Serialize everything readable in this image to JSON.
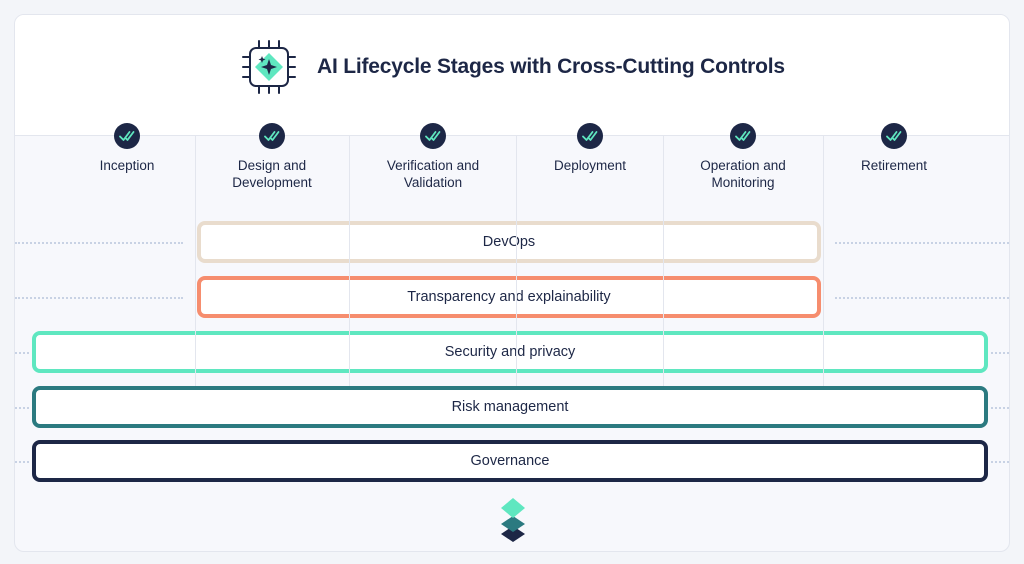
{
  "title": "AI Lifecycle Stages with Cross-Cutting Controls",
  "icons": {
    "header": "ai-chip-icon",
    "stage": "double-check-icon",
    "footer": "brand-logo-icon"
  },
  "stages": [
    {
      "label": "Inception"
    },
    {
      "label": "Design and Development"
    },
    {
      "label": "Verification and Validation"
    },
    {
      "label": "Deployment"
    },
    {
      "label": "Operation and Monitoring"
    },
    {
      "label": "Retirement"
    }
  ],
  "controls": [
    {
      "label": "DevOps",
      "color": "#e9dccd",
      "span_stages": [
        "Design and Development",
        "Operation and Monitoring"
      ]
    },
    {
      "label": "Transparency and explainability",
      "color": "#f68d6e",
      "span_stages": [
        "Design and Development",
        "Operation and Monitoring"
      ]
    },
    {
      "label": "Security and privacy",
      "color": "#5fe7c0",
      "span_stages": [
        "Inception",
        "Retirement"
      ]
    },
    {
      "label": "Risk management",
      "color": "#2b7a80",
      "span_stages": [
        "Inception",
        "Retirement"
      ]
    },
    {
      "label": "Governance",
      "color": "#1d2746",
      "span_stages": [
        "Inception",
        "Retirement"
      ]
    }
  ],
  "colors": {
    "navy": "#1d2746",
    "mint": "#5fe7c0",
    "teal": "#2b7a80",
    "coral": "#f68d6e",
    "sand": "#e9dccd"
  }
}
